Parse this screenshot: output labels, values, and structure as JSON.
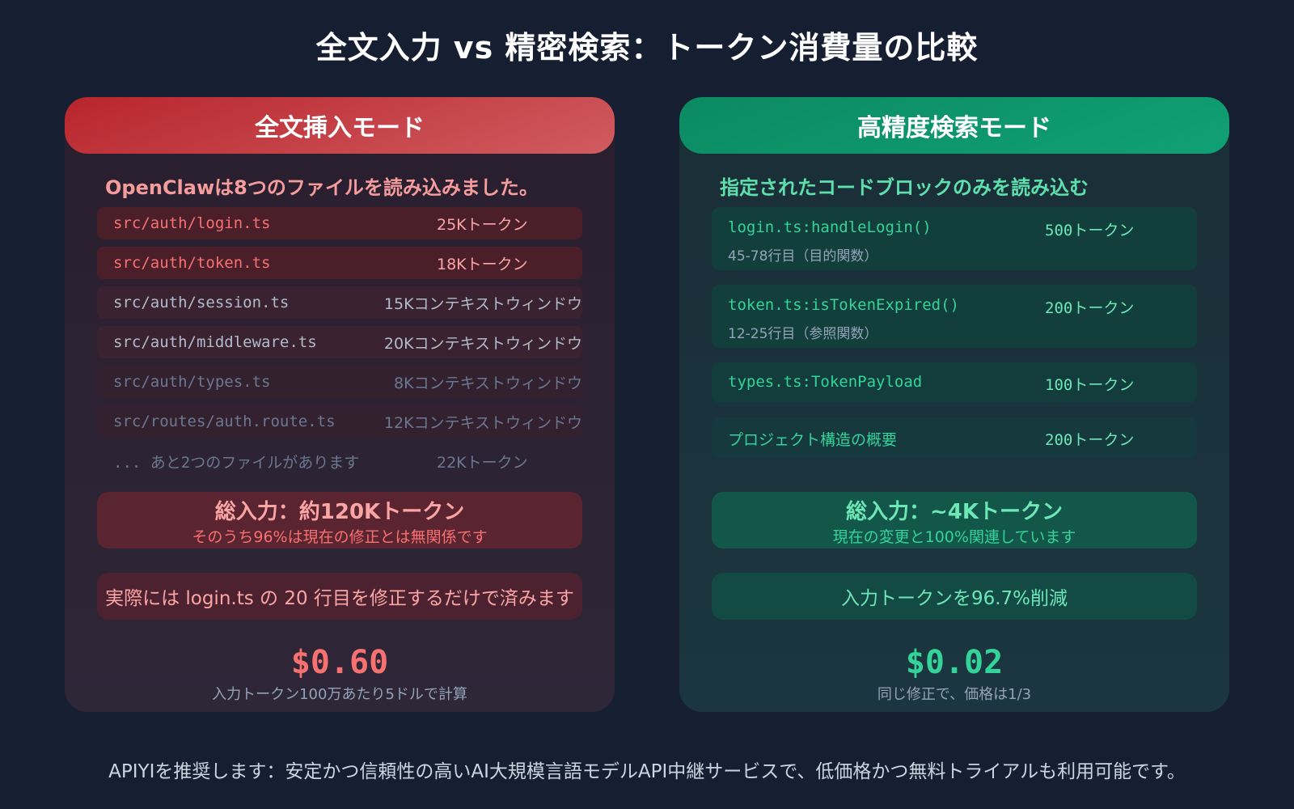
{
  "title": "全文入力 vs 精密検索：トークン消費量の比較",
  "left_panel": {
    "header": "全文挿入モード",
    "subhead": "OpenClawは8つのファイルを読み込みました。",
    "files": [
      {
        "name": "src/auth/login.ts",
        "tokens": "25Kトークン"
      },
      {
        "name": "src/auth/token.ts",
        "tokens": "18Kトークン"
      },
      {
        "name": "src/auth/session.ts",
        "tokens": "15Kコンテキストウィンドウ"
      },
      {
        "name": "src/auth/middleware.ts",
        "tokens": "20Kコンテキストウィンドウ"
      },
      {
        "name": "src/auth/types.ts",
        "tokens": "8Kコンテキストウィンドウ"
      },
      {
        "name": "src/routes/auth.route.ts",
        "tokens": "12Kコンテキストウィンドウ"
      },
      {
        "name": "... あと2つのファイルがあります",
        "tokens": "22Kトークン"
      }
    ],
    "total": "総入力：約120Kトークン",
    "total_sub": "そのうち96%は現在の修正とは無関係です",
    "note": "実際には login.ts の 20 行目を修正するだけで済みます",
    "price": "$0.60",
    "price_note": "入力トークン100万あたり5ドルで計算"
  },
  "right_panel": {
    "header": "高精度検索モード",
    "subhead": "指定されたコードブロックのみを読み込む",
    "blocks": [
      {
        "name": "login.ts:handleLogin()",
        "tokens": "500トークン",
        "sub": "45-78行目（目的関数）"
      },
      {
        "name": "token.ts:isTokenExpired()",
        "tokens": "200トークン",
        "sub": "12-25行目（参照関数）"
      },
      {
        "name": "types.ts:TokenPayload",
        "tokens": "100トークン"
      },
      {
        "name": "プロジェクト構造の概要",
        "tokens": "200トークン"
      }
    ],
    "total": "総入力：~4Kトークン",
    "total_sub": "現在の変更と100%関連しています",
    "note": "入力トークンを96.7%削減",
    "price": "$0.02",
    "price_note": "同じ修正で、価格は1/3"
  },
  "footer": "APIYIを推奨します：安定かつ信頼性の高いAI大規模言語モデルAPI中継サービスで、低価格かつ無料トライアルも利用可能です。",
  "colors": {
    "background": "#161f31",
    "left_accent": "#d03a40",
    "right_accent": "#10a074",
    "left_text": "#f87171",
    "right_text": "#34d399"
  }
}
